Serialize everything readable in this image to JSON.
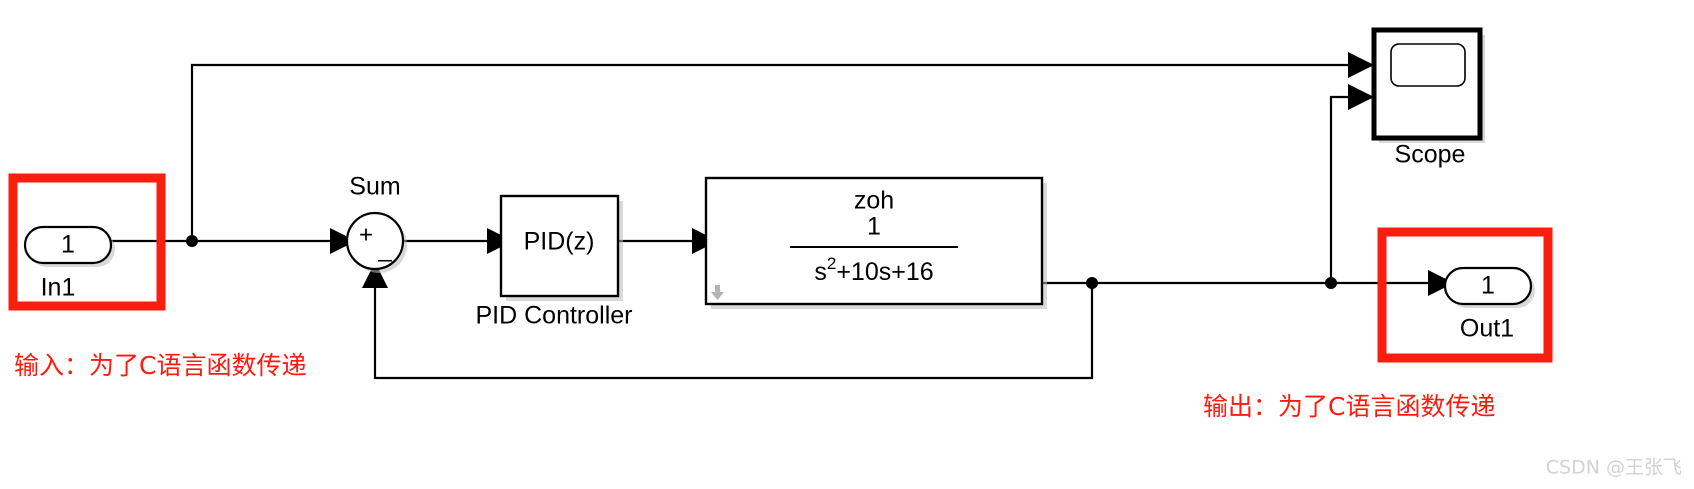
{
  "diagram": {
    "title": "Simulink PID control block diagram",
    "background_color": "#ffffff",
    "wire_color": "#000000",
    "highlight_color": "#fa1e0e"
  },
  "blocks": {
    "inport": {
      "port_number": "1",
      "label": "In1",
      "highlighted": true
    },
    "sum": {
      "label": "Sum",
      "plus_sign": "+",
      "minus_sign": "_"
    },
    "pid": {
      "body_text": "PID(z)",
      "label": "PID Controller"
    },
    "transfer_function": {
      "method": "zoh",
      "numerator": "1",
      "denominator_base": "s",
      "denominator_exponent": "2",
      "denominator_rest": "+10s+16",
      "sample_time_icon": "down-arrow-icon"
    },
    "scope": {
      "label": "Scope",
      "input_ports": 2
    },
    "outport": {
      "port_number": "1",
      "label": "Out1",
      "highlighted": true
    }
  },
  "annotations": {
    "input_note": "输入：为了C语言函数传递",
    "output_note": "输出：为了C语言函数传递"
  },
  "watermark": {
    "text": "CSDN @王张飞"
  }
}
